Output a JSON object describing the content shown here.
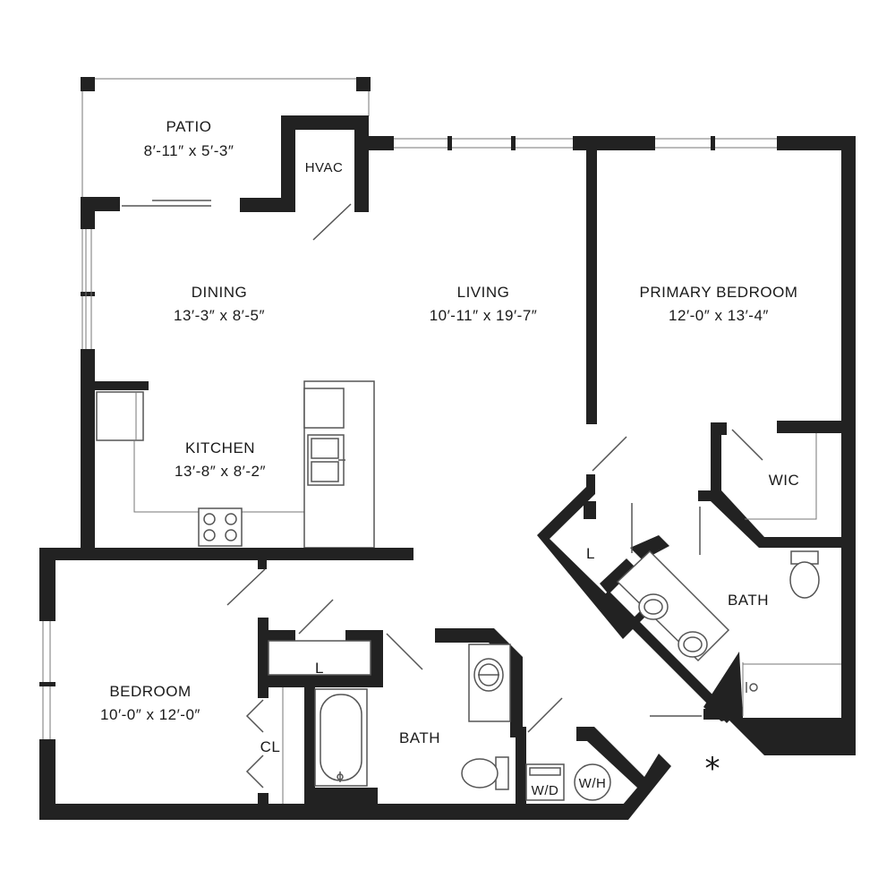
{
  "rooms": {
    "patio": {
      "name": "PATIO",
      "dims": "8′-11″ x 5′-3″"
    },
    "hvac": {
      "name": "HVAC"
    },
    "dining": {
      "name": "DINING",
      "dims": "13′-3″ x 8′-5″"
    },
    "living": {
      "name": "LIVING",
      "dims": "10′-11″ x 19′-7″"
    },
    "primary_bedroom": {
      "name": "PRIMARY BEDROOM",
      "dims": "12′-0″ x 13′-4″"
    },
    "kitchen": {
      "name": "KITCHEN",
      "dims": "13′-8″ x 8′-2″"
    },
    "wic": {
      "name": "WIC"
    },
    "linen_primary": {
      "name": "L"
    },
    "bath_primary": {
      "name": "BATH"
    },
    "bedroom": {
      "name": "BEDROOM",
      "dims": "10′-0″ x 12′-0″"
    },
    "linen_hall": {
      "name": "L"
    },
    "closet": {
      "name": "CL"
    },
    "bath_hall": {
      "name": "BATH"
    },
    "washer_dryer": {
      "name": "W/D"
    },
    "water_heater": {
      "name": "W/H"
    }
  },
  "marker": "*",
  "colors": {
    "wall": "#222222",
    "line": "#555555",
    "background": "#ffffff"
  }
}
